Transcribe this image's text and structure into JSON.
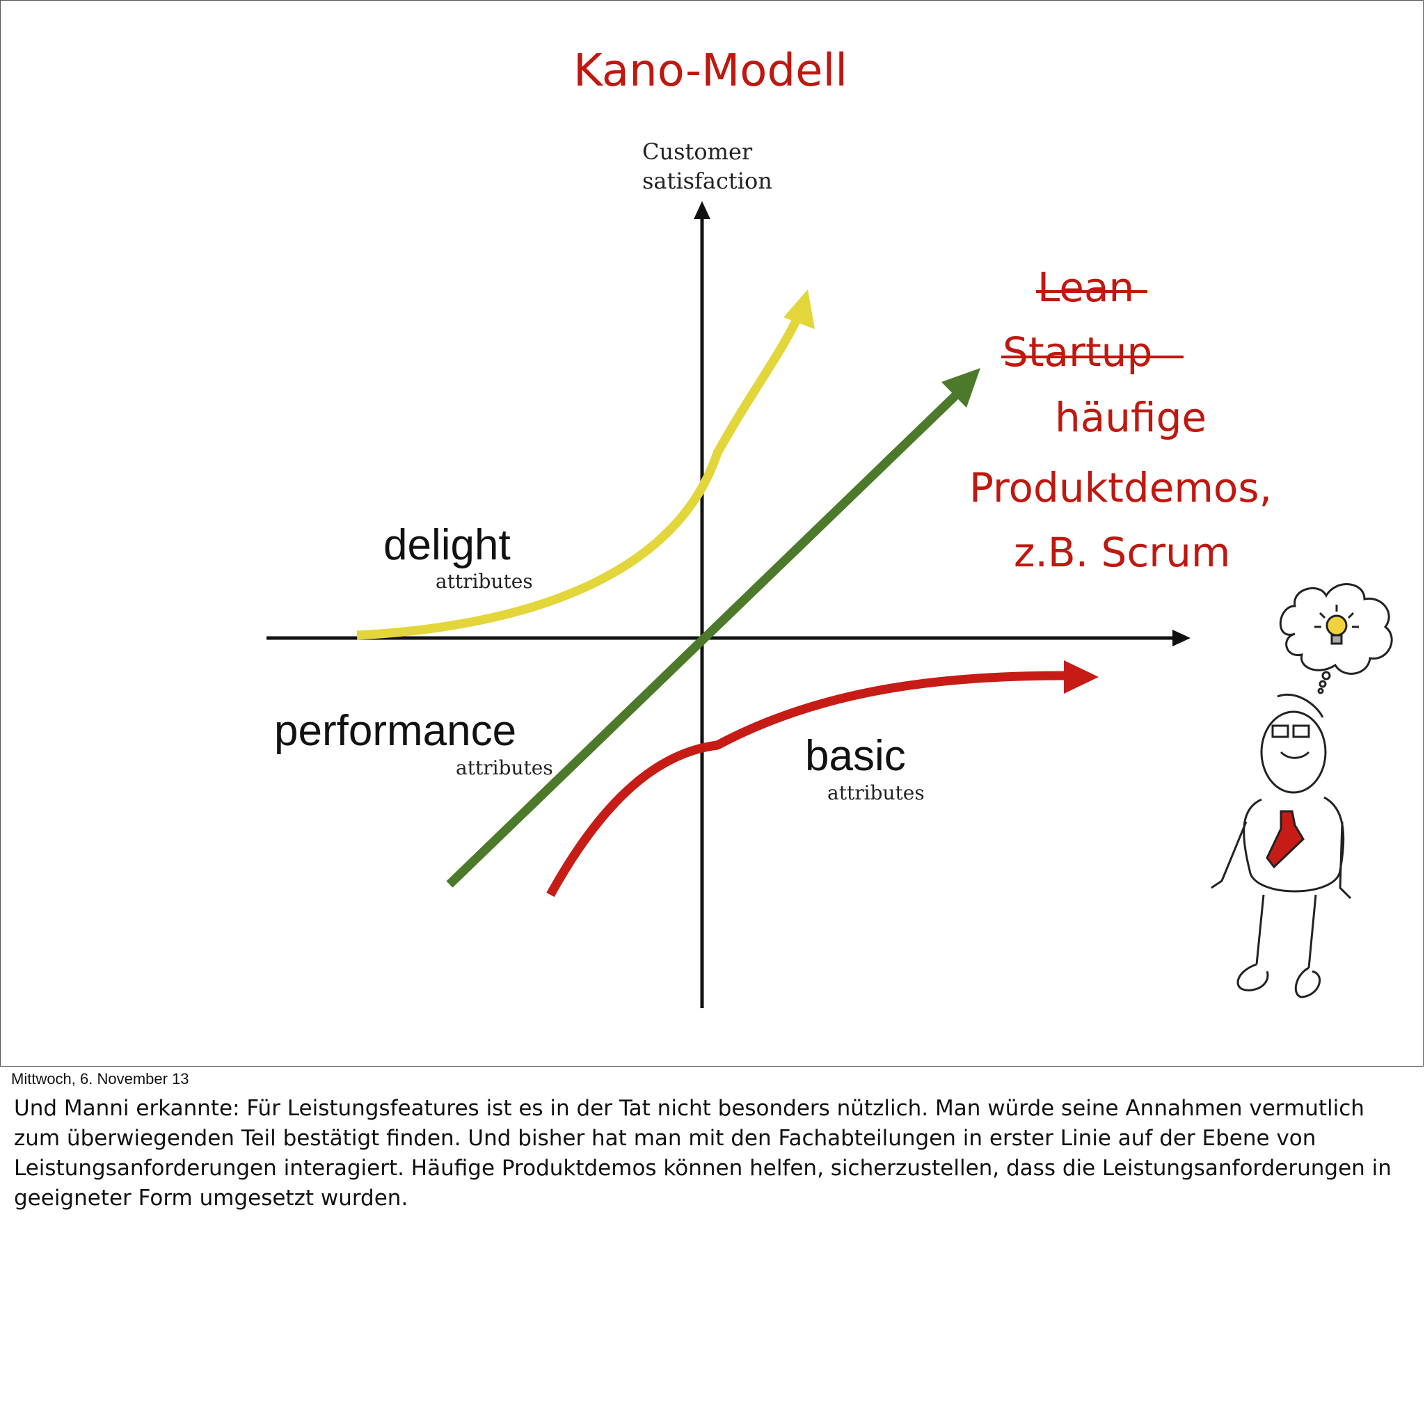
{
  "slide": {
    "title": "Kano-Modell",
    "y_axis_label_line1": "Customer",
    "y_axis_label_line2": "satisfaction",
    "labels": {
      "delight": "delight",
      "delight_sub": "attributes",
      "performance": "performance",
      "performance_sub": "attributes",
      "basic": "basic",
      "basic_sub": "attributes"
    },
    "annotation": {
      "struck_line1": "Lean",
      "struck_line2": "Startup",
      "line1": "häufige",
      "line2": "Produktdemos,",
      "line3": "z.B. Scrum"
    },
    "colors": {
      "accent": "#c0170f",
      "delight": "#e2d63a",
      "performance": "#4d7a2a",
      "basic": "#c71c16",
      "axis": "#111111"
    }
  },
  "footer": {
    "date": "Mittwoch, 6. November 13",
    "notes": "Und Manni erkannte: Für Leistungsfeatures ist es in der Tat nicht besonders nützlich. Man würde seine Annahmen vermutlich zum überwiegenden Teil bestätigt finden. Und bisher hat man mit den Fachabteilungen in erster Linie auf der Ebene von Leistungsanforderungen interagiert. Häufige Produktdemos können helfen, sicherzustellen, dass die Leistungsanforderungen in geeigneter Form umgesetzt wurden."
  }
}
